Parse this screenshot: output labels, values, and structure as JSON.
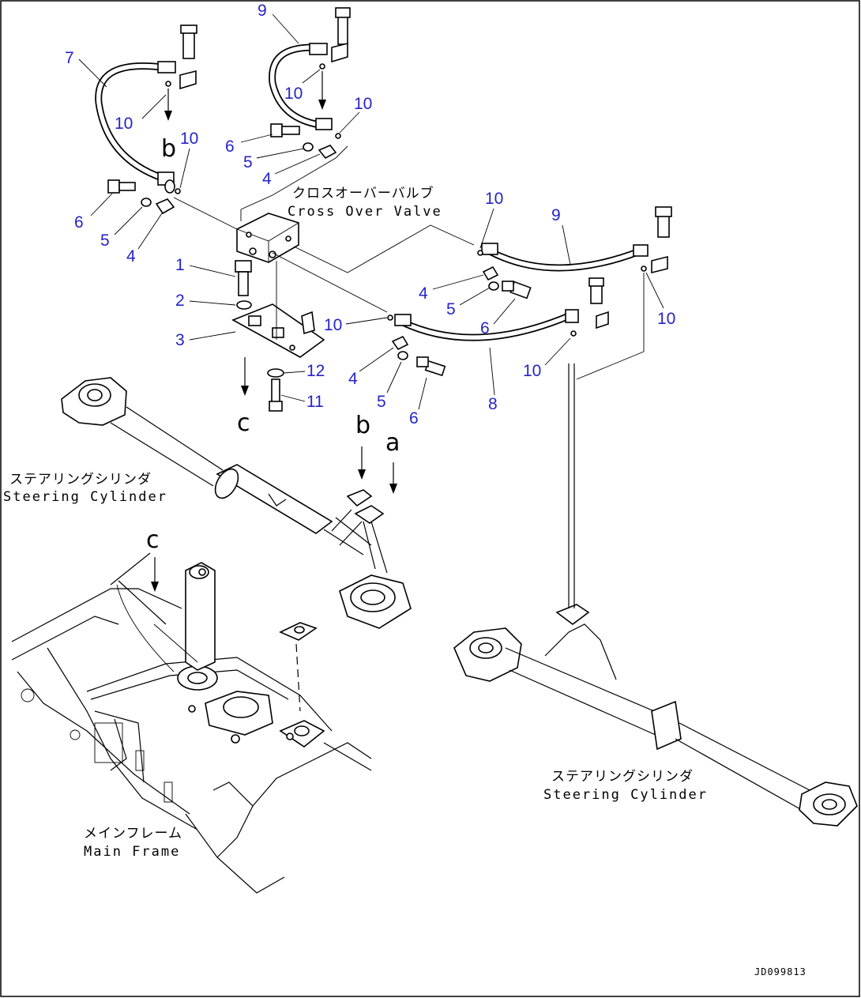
{
  "diagram": {
    "callouts": [
      {
        "id": "c7",
        "text": "7"
      },
      {
        "id": "c10a",
        "text": "10"
      },
      {
        "id": "c10b",
        "text": "10"
      },
      {
        "id": "c6a",
        "text": "6"
      },
      {
        "id": "c5a",
        "text": "5"
      },
      {
        "id": "c4a",
        "text": "4"
      },
      {
        "id": "c9a",
        "text": "9"
      },
      {
        "id": "c10c",
        "text": "10"
      },
      {
        "id": "c10d",
        "text": "10"
      },
      {
        "id": "c6b",
        "text": "6"
      },
      {
        "id": "c5b",
        "text": "5"
      },
      {
        "id": "c4b",
        "text": "4"
      },
      {
        "id": "c1",
        "text": "1"
      },
      {
        "id": "c2",
        "text": "2"
      },
      {
        "id": "c3",
        "text": "3"
      },
      {
        "id": "c12",
        "text": "12"
      },
      {
        "id": "c11",
        "text": "11"
      },
      {
        "id": "c10e",
        "text": "10"
      },
      {
        "id": "c9b",
        "text": "9"
      },
      {
        "id": "c4c",
        "text": "4"
      },
      {
        "id": "c5c",
        "text": "5"
      },
      {
        "id": "c6c",
        "text": "6"
      },
      {
        "id": "c10f",
        "text": "10"
      },
      {
        "id": "c10g",
        "text": "10"
      },
      {
        "id": "c10h",
        "text": "10"
      },
      {
        "id": "c4d",
        "text": "4"
      },
      {
        "id": "c5d",
        "text": "5"
      },
      {
        "id": "c6d",
        "text": "6"
      },
      {
        "id": "c8",
        "text": "8"
      }
    ],
    "letters": {
      "b_top": "b",
      "c_top": "c",
      "b_mid": "b",
      "a_mid": "a",
      "c_mid": "c"
    },
    "labels": {
      "cross_over_valve_jp": "クロスオーバーバルブ",
      "cross_over_valve_en": "Cross Over Valve",
      "steering_cylinder_left_jp": "ステアリングシリンダ",
      "steering_cylinder_left_en": "Steering Cylinder",
      "steering_cylinder_right_jp": "ステアリングシリンダ",
      "steering_cylinder_right_en": "Steering Cylinder",
      "main_frame_jp": "メインフレーム",
      "main_frame_en": "Main Frame"
    },
    "drawing_code": "JD099813"
  }
}
